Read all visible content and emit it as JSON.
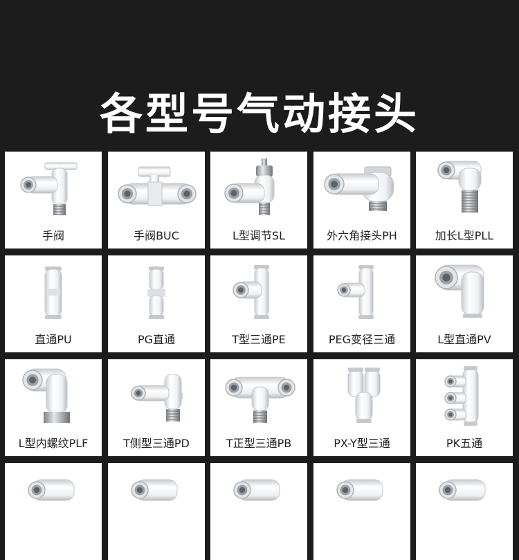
{
  "header": {
    "title": "各型号气动接头"
  },
  "products": [
    {
      "label": "手阀",
      "icon": "hand-valve-icon"
    },
    {
      "label": "手阀BUC",
      "icon": "hand-valve-buc-icon"
    },
    {
      "label": "L型调节SL",
      "icon": "l-throttle-sl-icon"
    },
    {
      "label": "外六角接头PH",
      "icon": "hex-fitting-ph-icon"
    },
    {
      "label": "加长L型PLL",
      "icon": "extended-elbow-pll-icon"
    },
    {
      "label": "直通PU",
      "icon": "straight-pu-icon"
    },
    {
      "label": "PG直通",
      "icon": "straight-pg-icon"
    },
    {
      "label": "T型三通PE",
      "icon": "tee-pe-icon"
    },
    {
      "label": "PEG变径三通",
      "icon": "reducing-tee-peg-icon"
    },
    {
      "label": "L型直通PV",
      "icon": "elbow-pv-icon"
    },
    {
      "label": "L型内螺纹PLF",
      "icon": "female-elbow-plf-icon"
    },
    {
      "label": "T侧型三通PD",
      "icon": "side-tee-pd-icon"
    },
    {
      "label": "T正型三通PB",
      "icon": "tee-pb-icon"
    },
    {
      "label": "PX-Y型三通",
      "icon": "y-tee-px-icon"
    },
    {
      "label": "PK五通",
      "icon": "five-way-pk-icon"
    },
    {
      "label": "",
      "icon": "fitting-icon"
    },
    {
      "label": "",
      "icon": "fitting-icon"
    },
    {
      "label": "",
      "icon": "fitting-icon"
    },
    {
      "label": "",
      "icon": "fitting-icon"
    },
    {
      "label": "",
      "icon": "fitting-icon"
    }
  ]
}
